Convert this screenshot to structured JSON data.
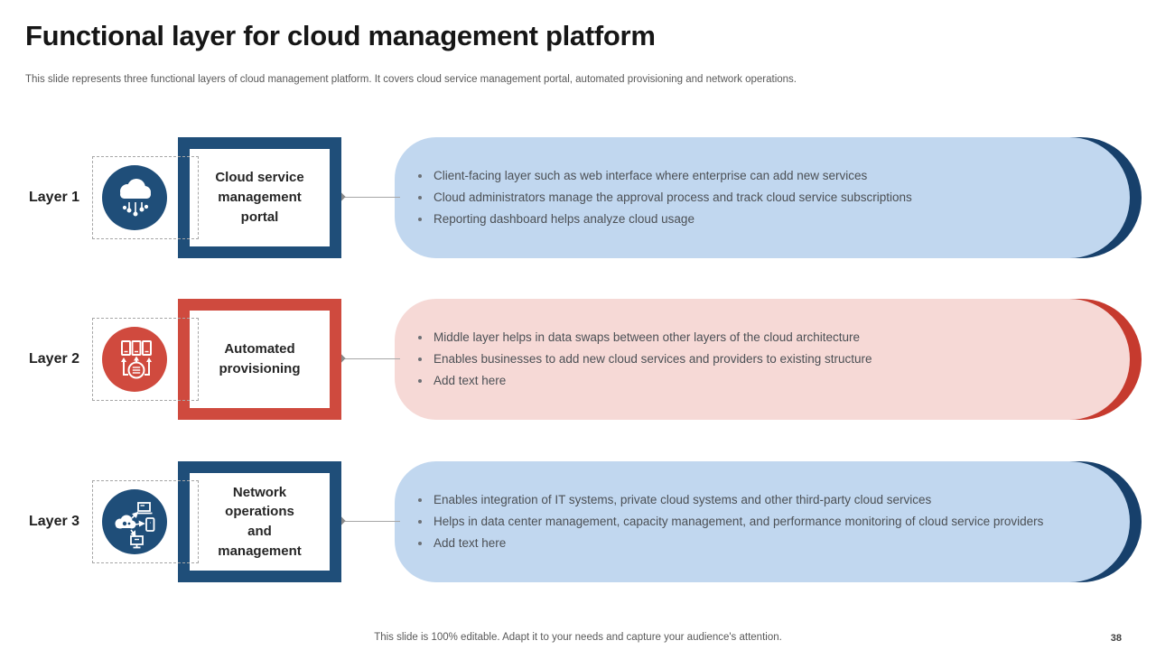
{
  "slide": {
    "title": "Functional layer for cloud management platform",
    "subtitle": "This slide represents three functional layers of cloud management platform. It covers cloud service management portal, automated provisioning and network operations.",
    "footer_note": "This slide is 100% editable. Adapt it to your needs and capture your audience's attention.",
    "page_number": "38"
  },
  "colors": {
    "navy": "#1f4e79",
    "navy_dark": "#17406b",
    "light_blue": "#c1d7ef",
    "red": "#cf4a3e",
    "red_dark": "#c63a2e",
    "light_red": "#f6d9d6",
    "heading_text": "#161616",
    "body_text": "#4c5055",
    "connector_gray": "#a6a6a6"
  },
  "layers": [
    {
      "label": "Layer 1",
      "icon": "cloud-network-icon",
      "theme": "blue",
      "box_title": "Cloud service management portal",
      "bullets": [
        "Client-facing layer such as web interface where enterprise can add new services",
        "Cloud administrators manage the approval process and track cloud service subscriptions",
        "Reporting dashboard helps analyze cloud usage"
      ]
    },
    {
      "label": "Layer 2",
      "icon": "automated-provisioning-icon",
      "theme": "red",
      "box_title": "Automated provisioning",
      "bullets": [
        "Middle layer helps in data swaps between other layers of the cloud architecture",
        "Enables businesses to add new cloud services and providers to existing structure",
        "Add text here"
      ]
    },
    {
      "label": "Layer 3",
      "icon": "cloud-devices-icon",
      "theme": "blue",
      "box_title": "Network operations and management",
      "bullets": [
        "Enables integration of IT systems, private cloud systems and other third-party cloud services",
        "Helps in data center management, capacity management, and performance monitoring of cloud service providers",
        "Add text here"
      ]
    }
  ]
}
